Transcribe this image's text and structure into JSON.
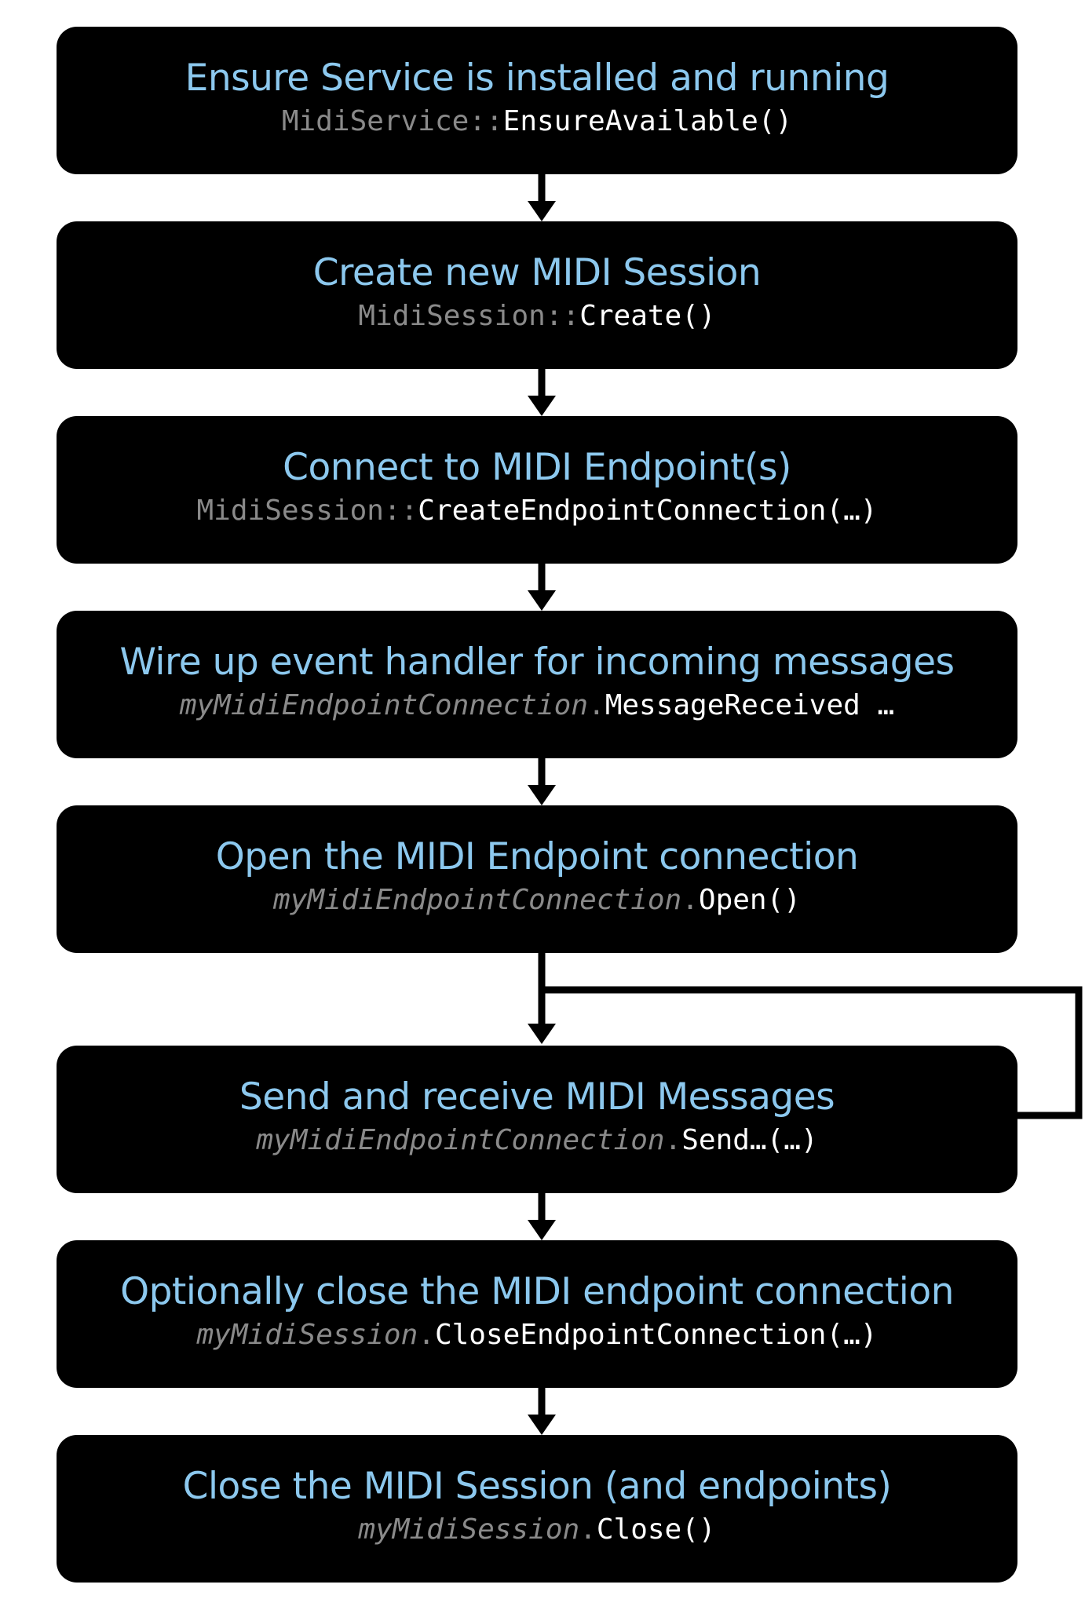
{
  "colors": {
    "box_background": "#000000",
    "title_text": "#8cc8ee",
    "code_object": "#8a8a8a",
    "code_member": "#ffffff",
    "connector": "#000000",
    "page_background": "#ffffff"
  },
  "steps": [
    {
      "title": "Ensure Service is installed and running",
      "code_object": "MidiService",
      "code_separator": "::",
      "code_member": "EnsureAvailable()",
      "object_italic": false
    },
    {
      "title": "Create new MIDI Session",
      "code_object": "MidiSession",
      "code_separator": "::",
      "code_member": "Create()",
      "object_italic": false
    },
    {
      "title": "Connect to MIDI Endpoint(s)",
      "code_object": "MidiSession",
      "code_separator": "::",
      "code_member": "CreateEndpointConnection(…)",
      "object_italic": false
    },
    {
      "title": "Wire up event handler for incoming messages",
      "code_object": "myMidiEndpointConnection",
      "code_separator": ".",
      "code_member": "MessageReceived …",
      "object_italic": true
    },
    {
      "title": "Open the MIDI Endpoint connection",
      "code_object": "myMidiEndpointConnection",
      "code_separator": ".",
      "code_member": "Open()",
      "object_italic": true
    },
    {
      "title": "Send and receive MIDI Messages",
      "code_object": "myMidiEndpointConnection",
      "code_separator": ".",
      "code_member": "Send…(…)",
      "object_italic": true
    },
    {
      "title": "Optionally close the MIDI endpoint connection",
      "code_object": "myMidiSession",
      "code_separator": ".",
      "code_member": "CloseEndpointConnection(…)",
      "object_italic": true
    },
    {
      "title": "Close the MIDI Session (and endpoints)",
      "code_object": "myMidiSession",
      "code_separator": ".",
      "code_member": "Close()",
      "object_italic": true
    }
  ]
}
